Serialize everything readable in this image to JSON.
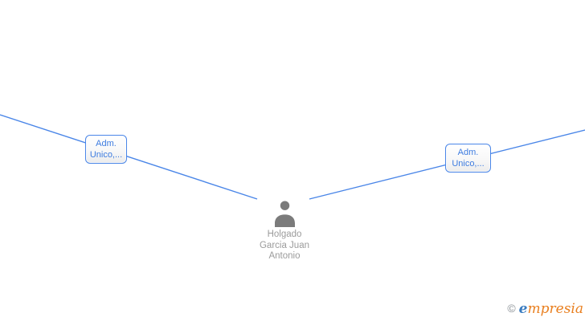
{
  "colors": {
    "edge": "#4a86e8",
    "box-border": "#4a86e8",
    "box-text": "#3d7ce0",
    "icon": "#7b7b7b",
    "node-label": "#9b9b9b",
    "wm-copyright": "#8b9196",
    "wm-first": "#3a7cc0",
    "wm-rest": "#e97f1f",
    "background": "#ffffff"
  },
  "graph": {
    "center_node": {
      "name": "Holgado Garcia Juan Antonio",
      "name_lines": [
        "Holgado",
        "Garcia Juan",
        "Antonio"
      ],
      "icon": "person-icon"
    },
    "edges": [
      {
        "id": "left",
        "label": "Adm. Unico,...",
        "label_lines": [
          "Adm.",
          "Unico,..."
        ]
      },
      {
        "id": "right",
        "label": "Adm. Unico,...",
        "label_lines": [
          "Adm.",
          "Unico,..."
        ]
      }
    ]
  },
  "watermark": {
    "copyright": "©",
    "brand": "empresia",
    "brand_first": "e",
    "brand_rest": "mpresia"
  }
}
